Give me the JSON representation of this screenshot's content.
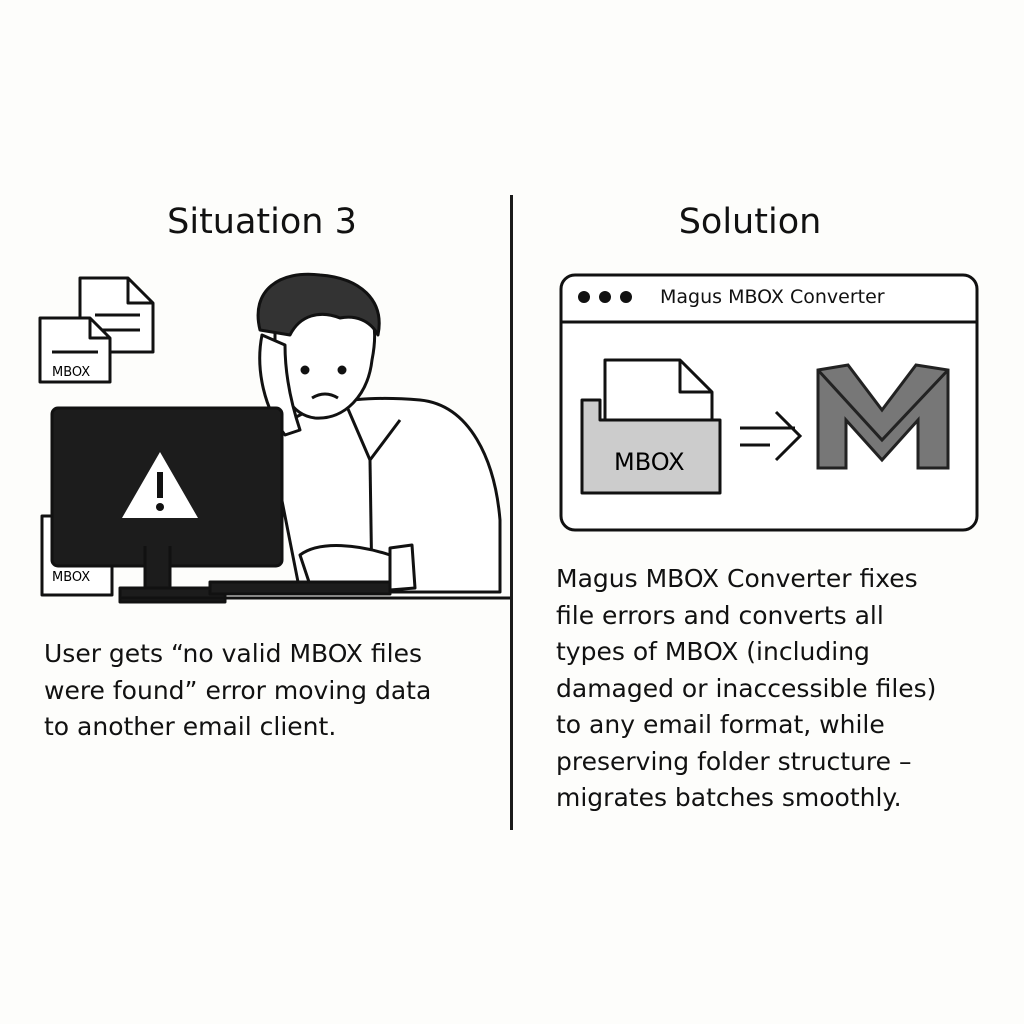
{
  "left": {
    "title": "Situation 3",
    "file_label_1": "MBOX",
    "file_label_2": "MBOX",
    "description": "User gets “no valid MBOX files\nwere found” error moving data\nto another email client."
  },
  "right": {
    "title": "Solution",
    "window_title": "Magus MBOX Converter",
    "folder_label": "MBOX",
    "description": "Magus MBOX Converter fixes\nfile errors and converts all\ntypes of MBOX (including\ndamaged or inaccessible files)\nto any email format, while\npreserving folder structure –\nmigrates batches smoothly."
  }
}
